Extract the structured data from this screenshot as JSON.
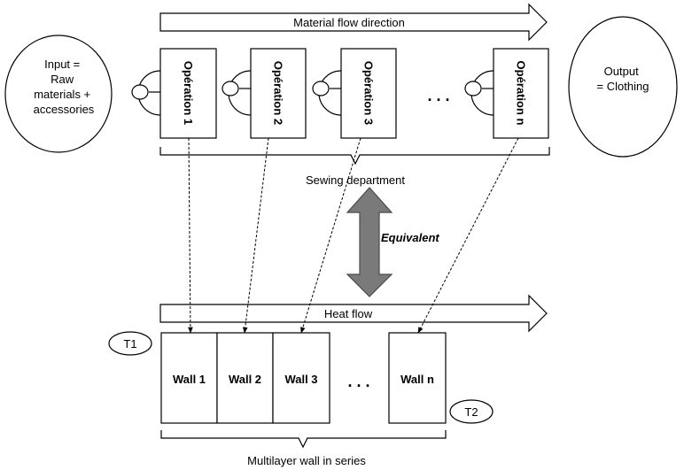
{
  "top_arrow_label": "Material flow direction",
  "input_lines": [
    "Input =",
    "Raw",
    "materials +",
    "accessories"
  ],
  "output_lines": [
    "Output",
    "= Clothing"
  ],
  "operations": [
    {
      "label": "Opération 1"
    },
    {
      "label": "Opération 2"
    },
    {
      "label": "Opération 3"
    },
    {
      "label": "Opération n"
    }
  ],
  "ops_ellipsis": ". . .",
  "sewing_label": "Sewing department",
  "equivalent_label": "Equivalent",
  "heat_flow_label": "Heat flow",
  "t1_label": "T1",
  "t2_label": "T2",
  "walls": [
    {
      "label": "Wall 1"
    },
    {
      "label": "Wall 2"
    },
    {
      "label": "Wall 3"
    },
    {
      "label": "Wall n"
    }
  ],
  "walls_ellipsis": ". . .",
  "multilayer_label": "Multilayer wall in series",
  "colors": {
    "line": "#000000",
    "double_arrow_fill": "#7a7a7a",
    "double_arrow_stroke": "#4a4a4a"
  }
}
